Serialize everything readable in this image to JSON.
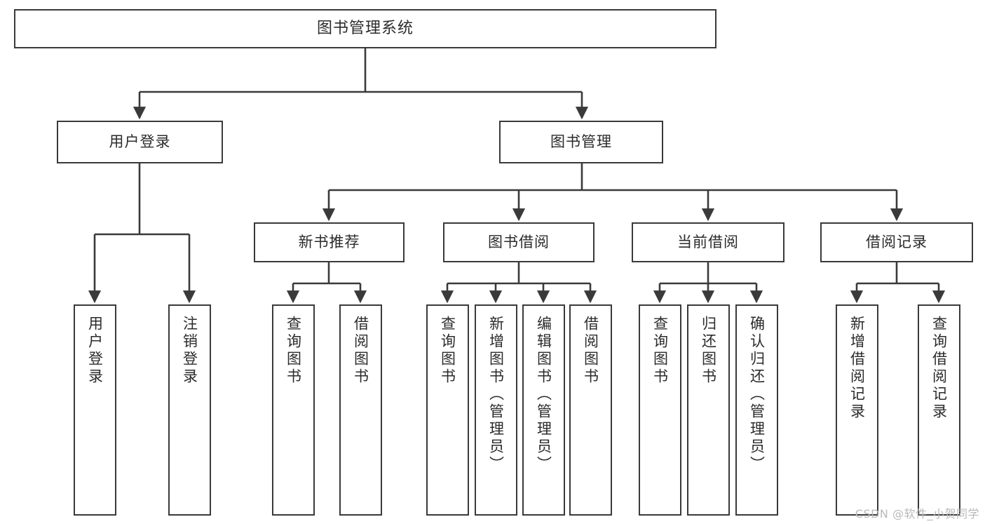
{
  "diagram": {
    "title": "图书管理系统",
    "type": "tree",
    "watermark": "CSDN @软件_小贺同学",
    "colors": {
      "stroke": "#3a3a3a",
      "fill": "#ffffff",
      "text": "#2b2b2b",
      "watermark": "#b9b9b9"
    },
    "root": {
      "label": "图书管理系统"
    },
    "level1": [
      {
        "label": "用户登录"
      },
      {
        "label": "图书管理"
      }
    ],
    "level2": [
      {
        "label": "新书推荐"
      },
      {
        "label": "图书借阅"
      },
      {
        "label": "当前借阅"
      },
      {
        "label": "借阅记录"
      }
    ],
    "leaves": {
      "user_login": [
        {
          "label": "用户登录"
        },
        {
          "label": "注销登录"
        }
      ],
      "new_book_recommend": [
        {
          "label": "查询图书"
        },
        {
          "label": "借阅图书"
        }
      ],
      "book_borrow": [
        {
          "label": "查询图书"
        },
        {
          "label": "新增图书（管理员）"
        },
        {
          "label": "编辑图书（管理员）"
        },
        {
          "label": "借阅图书"
        }
      ],
      "current_borrow": [
        {
          "label": "查询图书"
        },
        {
          "label": "归还图书"
        },
        {
          "label": "确认归还（管理员）"
        }
      ],
      "borrow_record": [
        {
          "label": "新增借阅记录"
        },
        {
          "label": "查询借阅记录"
        }
      ]
    }
  }
}
